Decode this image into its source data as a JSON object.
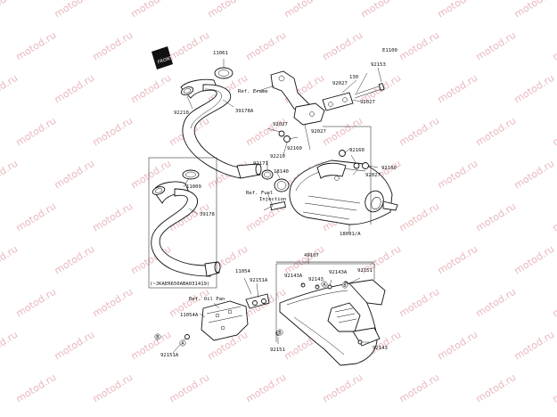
{
  "diagram": {
    "code": "E1100",
    "front_badge": "FRONT",
    "watermark_text": "motod.ru",
    "callouts": {
      "p11061": "11061",
      "p92153": "92153",
      "p130": "130",
      "p92027a": "92027",
      "ref_frame": "Ref. Frame",
      "p92027b": "92027",
      "p92210a": "92210",
      "p39178a": "39178A",
      "p92027c": "92027",
      "p92027d": "92027",
      "p92160a": "92160",
      "p92210b": "92210",
      "p92171": "92171",
      "p18140": "18140",
      "p92160b": "92160",
      "p92160c": "92160",
      "p92027e": "92027",
      "ref_fuel_1": "Ref. Fuel",
      "ref_fuel_2": "Injection",
      "p11009": "11009",
      "p39178": "39178",
      "p18091a": "18091/A",
      "p49107": "49107",
      "p11054": "11054",
      "p92151a_top": "92151A",
      "p92143a_1": "92143A",
      "p92143_1": "92143",
      "p92143a_2": "92143A",
      "p92151_top": "92151",
      "vin_note": "(~JKAER650ABA031419)",
      "ref_oil_pan": "Ref. Oil Pan",
      "p11054a": "11054A",
      "p92151_bottom": "92151",
      "p92143_2": "92143",
      "p92151a_bottom": "92151A"
    },
    "markers": {
      "a1": "A",
      "a2": "A",
      "b1": "B",
      "b2": "B",
      "b3": "B"
    }
  }
}
